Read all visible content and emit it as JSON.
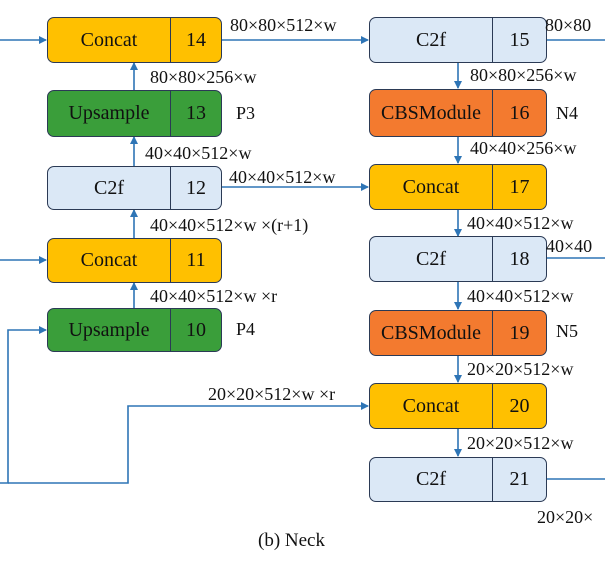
{
  "caption": "(b) Neck",
  "nodes": [
    {
      "id": "n14",
      "name": "Concat",
      "num": "14",
      "color": "yellow"
    },
    {
      "id": "n13",
      "name": "Upsample",
      "num": "13",
      "color": "green"
    },
    {
      "id": "n12",
      "name": "C2f",
      "num": "12",
      "color": "blue"
    },
    {
      "id": "n11",
      "name": "Concat",
      "num": "11",
      "color": "yellow"
    },
    {
      "id": "n10",
      "name": "Upsample",
      "num": "10",
      "color": "green"
    },
    {
      "id": "n15",
      "name": "C2f",
      "num": "15",
      "color": "blue"
    },
    {
      "id": "n16",
      "name": "CBSModule",
      "num": "16",
      "color": "orange"
    },
    {
      "id": "n17",
      "name": "Concat",
      "num": "17",
      "color": "yellow"
    },
    {
      "id": "n18",
      "name": "C2f",
      "num": "18",
      "color": "blue"
    },
    {
      "id": "n19",
      "name": "CBSModule",
      "num": "19",
      "color": "orange"
    },
    {
      "id": "n20",
      "name": "Concat",
      "num": "20",
      "color": "yellow"
    },
    {
      "id": "n21",
      "name": "C2f",
      "num": "21",
      "color": "blue"
    }
  ],
  "tags": {
    "p3": "P3",
    "p4": "P4",
    "n4": "N4",
    "n5": "N5"
  },
  "edge_labels": {
    "e14_15": "80×80×512×w",
    "e15_out": "80×80",
    "e13_14": "80×80×256×w",
    "e15_16": "80×80×256×w",
    "e12_13": "40×40×512×w",
    "e16_17": "40×40×256×w",
    "e12_17": "40×40×512×w",
    "e11_12": "40×40×512×w ×(r+1)",
    "e17_18": "40×40×512×w",
    "e18_out": "40×40",
    "e10_11": "40×40×512×w ×r",
    "e18_19": "40×40×512×w",
    "e10_20": "20×20×512×w ×r",
    "e19_20": "20×20×512×w",
    "e20_21": "20×20×512×w",
    "e21_out": "20×20×"
  },
  "colors": {
    "concat": "#ffc000",
    "upsample": "#3a9e3a",
    "c2f": "#dbe8f6",
    "cbs": "#f37a2f",
    "arrow": "#2e75b6",
    "border": "#2b3a55"
  }
}
